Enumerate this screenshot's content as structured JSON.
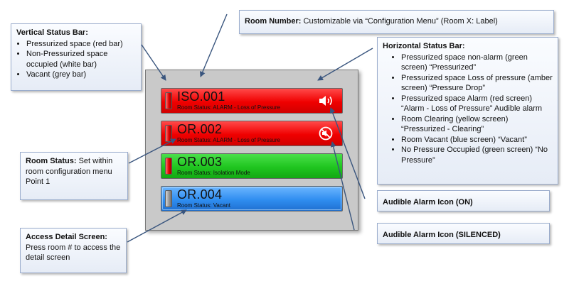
{
  "callouts": {
    "room_number": {
      "title": "Room Number:",
      "text": "Customizable via “Configuration Menu” (Room X: Label)"
    },
    "vertical_status_bar": {
      "title": "Vertical Status Bar:",
      "items": [
        "Pressurized space (red bar)",
        "Non-Pressurized space occupied (white bar)",
        "Vacant (grey bar)"
      ]
    },
    "horizontal_status_bar": {
      "title": "Horizontal Status Bar:",
      "items": [
        "Pressurized space non-alarm (green screen) “Pressurized”",
        "Pressurized space Loss of pressure (amber screen) “Pressure Drop”",
        "Pressurized space Alarm (red screen) “Alarm - Loss of Pressure” Audible alarm",
        "Room Clearing (yellow screen) “Pressurized - Clearing”",
        "Room Vacant (blue screen) “Vacant”",
        "No Pressure Occupied (green screen) “No Pressure”"
      ]
    },
    "room_status": {
      "title": "Room Status:",
      "text": "Set within room configuration menu Point 1"
    },
    "audible_on": {
      "title": "Audible Alarm Icon (ON)"
    },
    "audible_silenced": {
      "title": "Audible Alarm Icon (SILENCED)"
    },
    "access_detail": {
      "title": "Access Detail Screen:",
      "text": "Press room # to access the detail screen"
    }
  },
  "rooms": [
    {
      "id": "ISO.001",
      "status": "Room Status: ALARM - Loss of Pressure",
      "screen_color": "#f00000",
      "bar": "red",
      "icon": "speaker-on-icon"
    },
    {
      "id": "OR.002",
      "status": "Room Status: ALARM - Loss of Pressure",
      "screen_color": "#f00000",
      "bar": "red",
      "icon": "speaker-muted-icon"
    },
    {
      "id": "OR.003",
      "status": "Room Status: Isolation Mode",
      "screen_color": "#1fc51f",
      "bar": "red",
      "icon": ""
    },
    {
      "id": "OR.004",
      "status": "Room Status: Vacant",
      "screen_color": "#2f8df0",
      "bar": "grey",
      "icon": ""
    }
  ],
  "colors": {
    "arrow": "#39557e",
    "callout_border": "#9aaccc",
    "panel": "#c9c9c9"
  }
}
